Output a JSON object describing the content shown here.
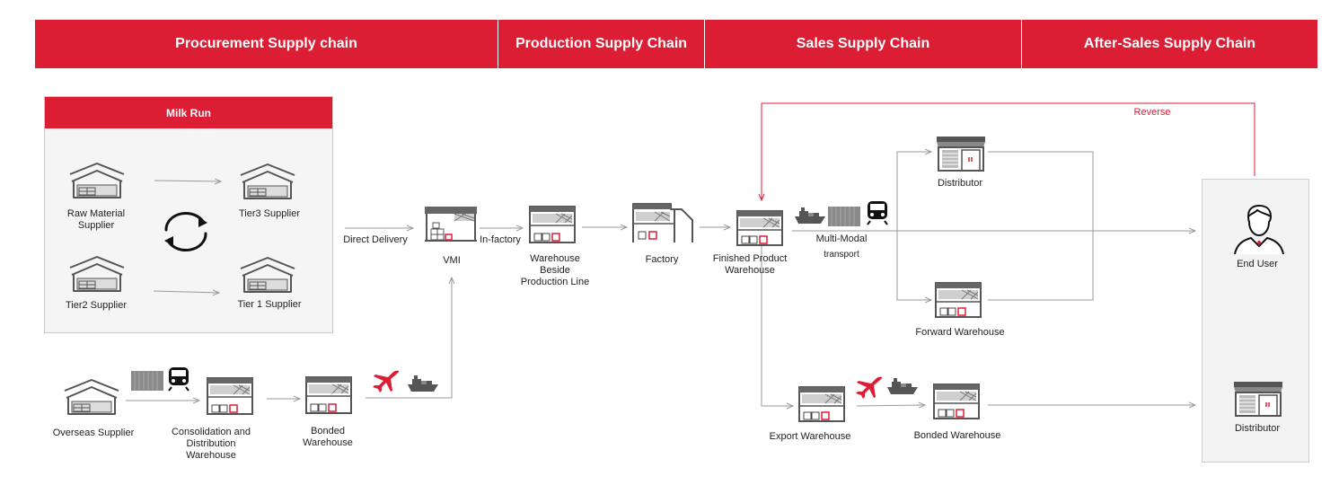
{
  "colors": {
    "accent": "#dc1e35",
    "line": "#9a9a9a",
    "icon": "#555555"
  },
  "banners": {
    "procurement": "Procurement Supply chain",
    "production": "Production Supply Chain",
    "sales": "Sales Supply Chain",
    "after_sales": "After-Sales Supply Chain"
  },
  "milk_run": {
    "title": "Milk Run",
    "raw_material_supplier": "Raw Material\nSupplier",
    "tier3_supplier": "Tier3 Supplier",
    "tier2_supplier": "Tier2 Supplier",
    "tier1_supplier": "Tier 1 Supplier"
  },
  "nodes": {
    "vmi": "VMI",
    "warehouse_beside_line": "Warehouse\nBeside\nProduction Line",
    "factory": "Factory",
    "finished_product_warehouse": "Finished Product\nWarehouse",
    "distributor_top": "Distributor",
    "forward_warehouse": "Forward Warehouse",
    "end_user": "End User",
    "distributor_bottom": "Distributor",
    "overseas_supplier": "Overseas Supplier",
    "consolidation_warehouse": "Consolidation and\nDistribution\nWarehouse",
    "bonded_warehouse_left": "Bonded\nWarehouse",
    "export_warehouse": "Export Warehouse",
    "bonded_warehouse_right": "Bonded Warehouse"
  },
  "edge_labels": {
    "direct_delivery": "Direct Delivery",
    "in_factory": "In-factory",
    "multi_modal": "Multi-Modal",
    "transport": "transport",
    "reverse": "Reverse"
  },
  "icons": [
    "warehouse-icon",
    "warehouse-rack-icon",
    "factory-icon",
    "shop-icon",
    "user-icon",
    "cycle-icon",
    "ship-icon",
    "train-icon",
    "plane-icon",
    "container-icon"
  ]
}
